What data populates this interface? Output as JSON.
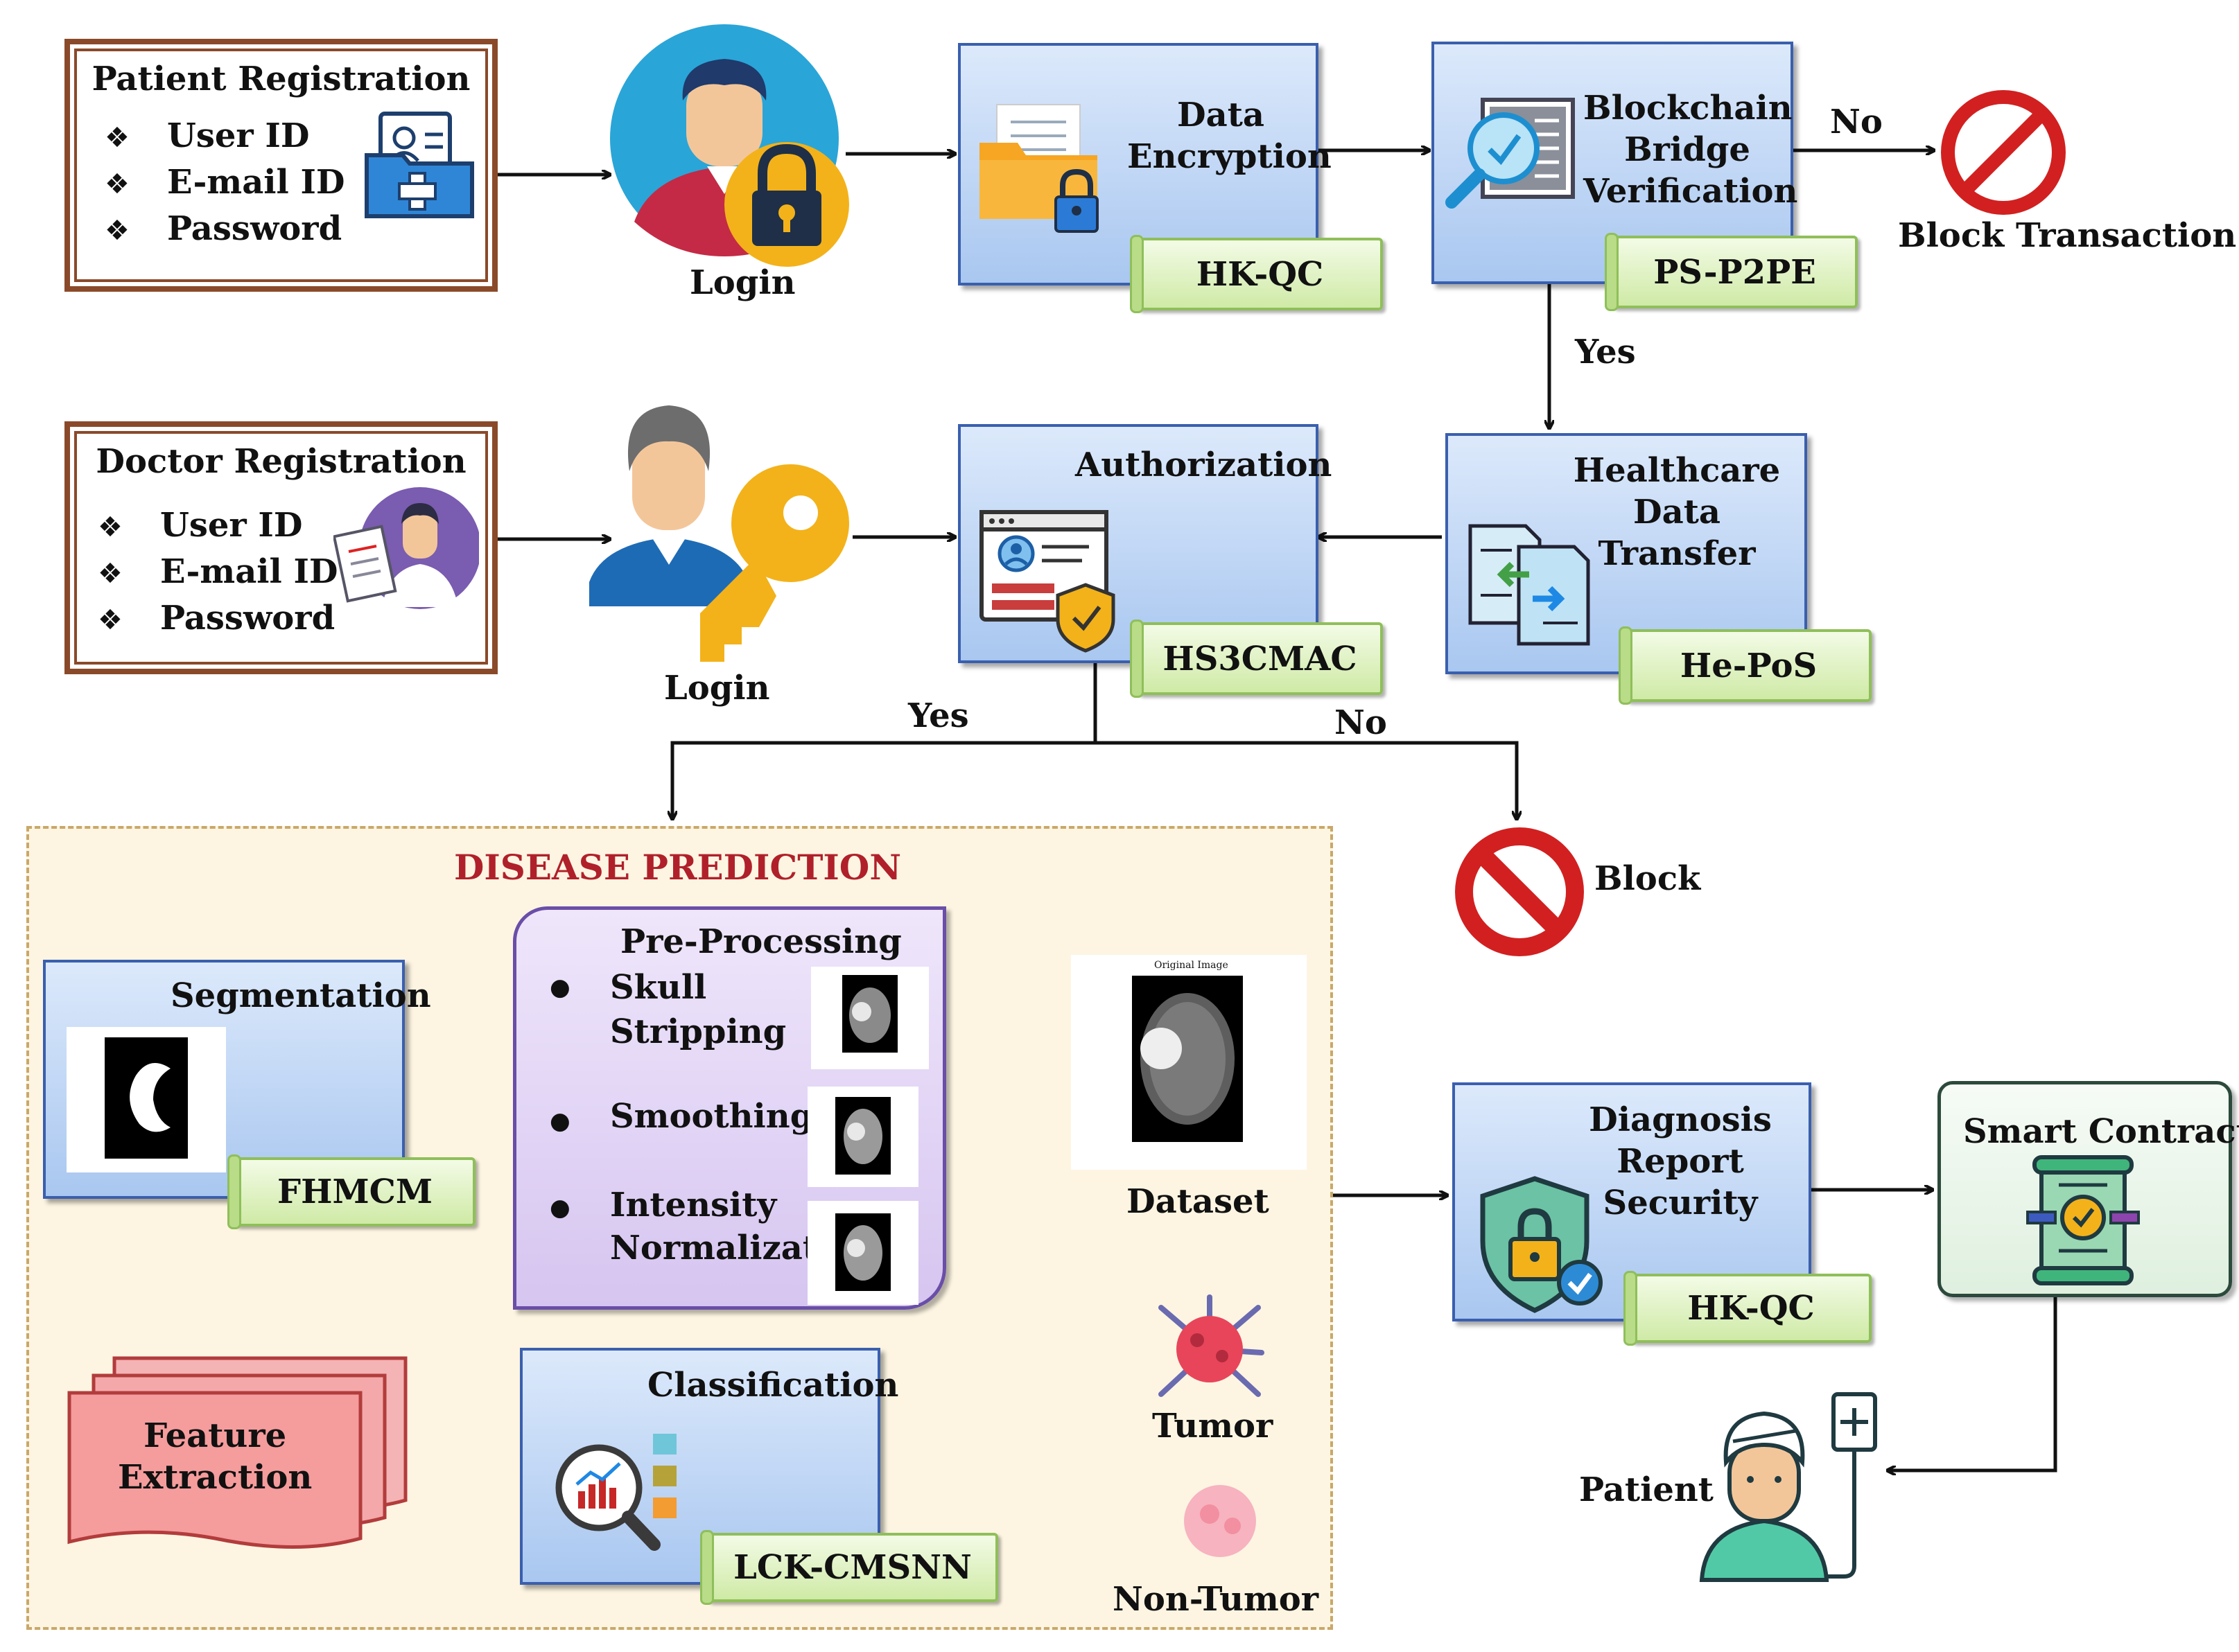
{
  "patient_registration": {
    "title": "Patient Registration",
    "fields": [
      "User ID",
      "E-mail ID",
      "Password"
    ]
  },
  "doctor_registration": {
    "title": "Doctor Registration",
    "fields": [
      "User ID",
      "E-mail ID",
      "Password"
    ]
  },
  "login_patient": "Login",
  "login_doctor": "Login",
  "data_encryption": {
    "label": "Data\nEncryption",
    "tag": "HK-QC"
  },
  "blockchain_bridge": {
    "label": "Blockchain\nBridge\nVerification",
    "tag": "PS-P2PE"
  },
  "block_transaction": "Block Transaction",
  "edge_no_top": "No",
  "edge_yes_top": "Yes",
  "healthcare_transfer": {
    "label": "Healthcare\nData Transfer",
    "tag": "He-PoS"
  },
  "authorization": {
    "label": "Authorization",
    "tag": "HS3CMAC"
  },
  "edge_yes_mid": "Yes",
  "edge_no_mid": "No",
  "block": "Block",
  "disease_prediction": {
    "title": "DISEASE PREDICTION",
    "preprocessing": {
      "title": "Pre-Processing",
      "items": [
        "Skull\nStripping",
        "Smoothing",
        "Intensity\nNormalizatio"
      ]
    },
    "segmentation": {
      "label": "Segmentation",
      "tag": "FHMCM"
    },
    "feature_extraction": "Feature\nExtraction",
    "classification": {
      "label": "Classification",
      "tag": "LCK-CMSNN"
    },
    "dataset": "Dataset",
    "dataset_image_caption": "Original Image",
    "tumor": "Tumor",
    "non_tumor": "Non-Tumor"
  },
  "diagnosis_report": {
    "label": "Diagnosis\nReport Security",
    "tag": "HK-QC"
  },
  "smart_contract": "Smart Contract",
  "patient": "Patient",
  "colors": {
    "process_blue": "#a9c7f0",
    "tag_green": "#cfeaa6",
    "registration_border": "#8a4a2a",
    "disease_title": "#b0202a",
    "preprocess_purple": "#d9c8f0",
    "feature_pink": "#f7a9aa",
    "block_red": "#d22020"
  }
}
